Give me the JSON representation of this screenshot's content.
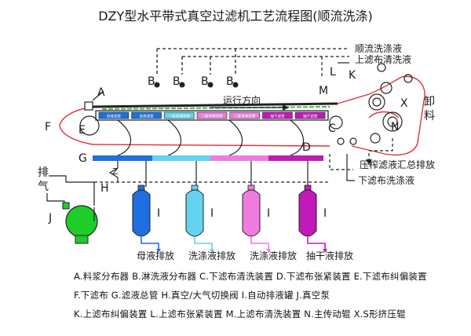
{
  "title": "DZY型水平带式真空过滤机工艺流程图(顺流洗涤)",
  "colors": {
    "belt_red": "#e0303c",
    "pipe_black": "#222222",
    "tank_blue": "#1f6fe0",
    "tank_cyan": "#64d3f0",
    "tank_pink": "#f07ce0",
    "tank_purple": "#c01ab8",
    "pump_green": "#1ecc2a"
  },
  "callouts": {
    "forward_wash": "顺流洗涤液",
    "upper_cloth_wash": "上滤布清洗液",
    "unload": [
      "卸",
      "料"
    ],
    "press_filtrate": "压榨滤液汇总排放",
    "lower_cloth_wash": "下滤布洗涤液",
    "exhaust": [
      "排",
      "气"
    ],
    "direction": "运行方向"
  },
  "letters": {
    "A": "A",
    "B": "B",
    "C": "C",
    "D": "D",
    "E": "E",
    "F": "F",
    "G": "G",
    "H": "H",
    "I": "I",
    "J": "J",
    "K": "K",
    "L": "L",
    "M": "M",
    "N": "N",
    "X": "X",
    "Z": "Z"
  },
  "zones": [
    "母液滤室",
    "母液滤室",
    "一级洗液滤室",
    "二级洗液滤室",
    "二级洗液滤室",
    "抽干滤室",
    "抽干滤室"
  ],
  "outlets": [
    "母液排放",
    "洗涤液排放",
    "洗涤液排放",
    "抽干液排放"
  ],
  "legend": [
    "A.料浆分布器  B.淋洗液分布器  C.下滤布清洗装置   D.下滤布张紧装置  E.下滤布纠偏装置",
    "F.下滤布  G.滤液总管  H.真空/大气切换阀  I.自动排液罐  J.真空泵",
    "K.上滤布纠偏装置  L.上滤布张紧装置  M.上滤布清洗装置  N.主传动辊  X.S形挤压辊"
  ]
}
